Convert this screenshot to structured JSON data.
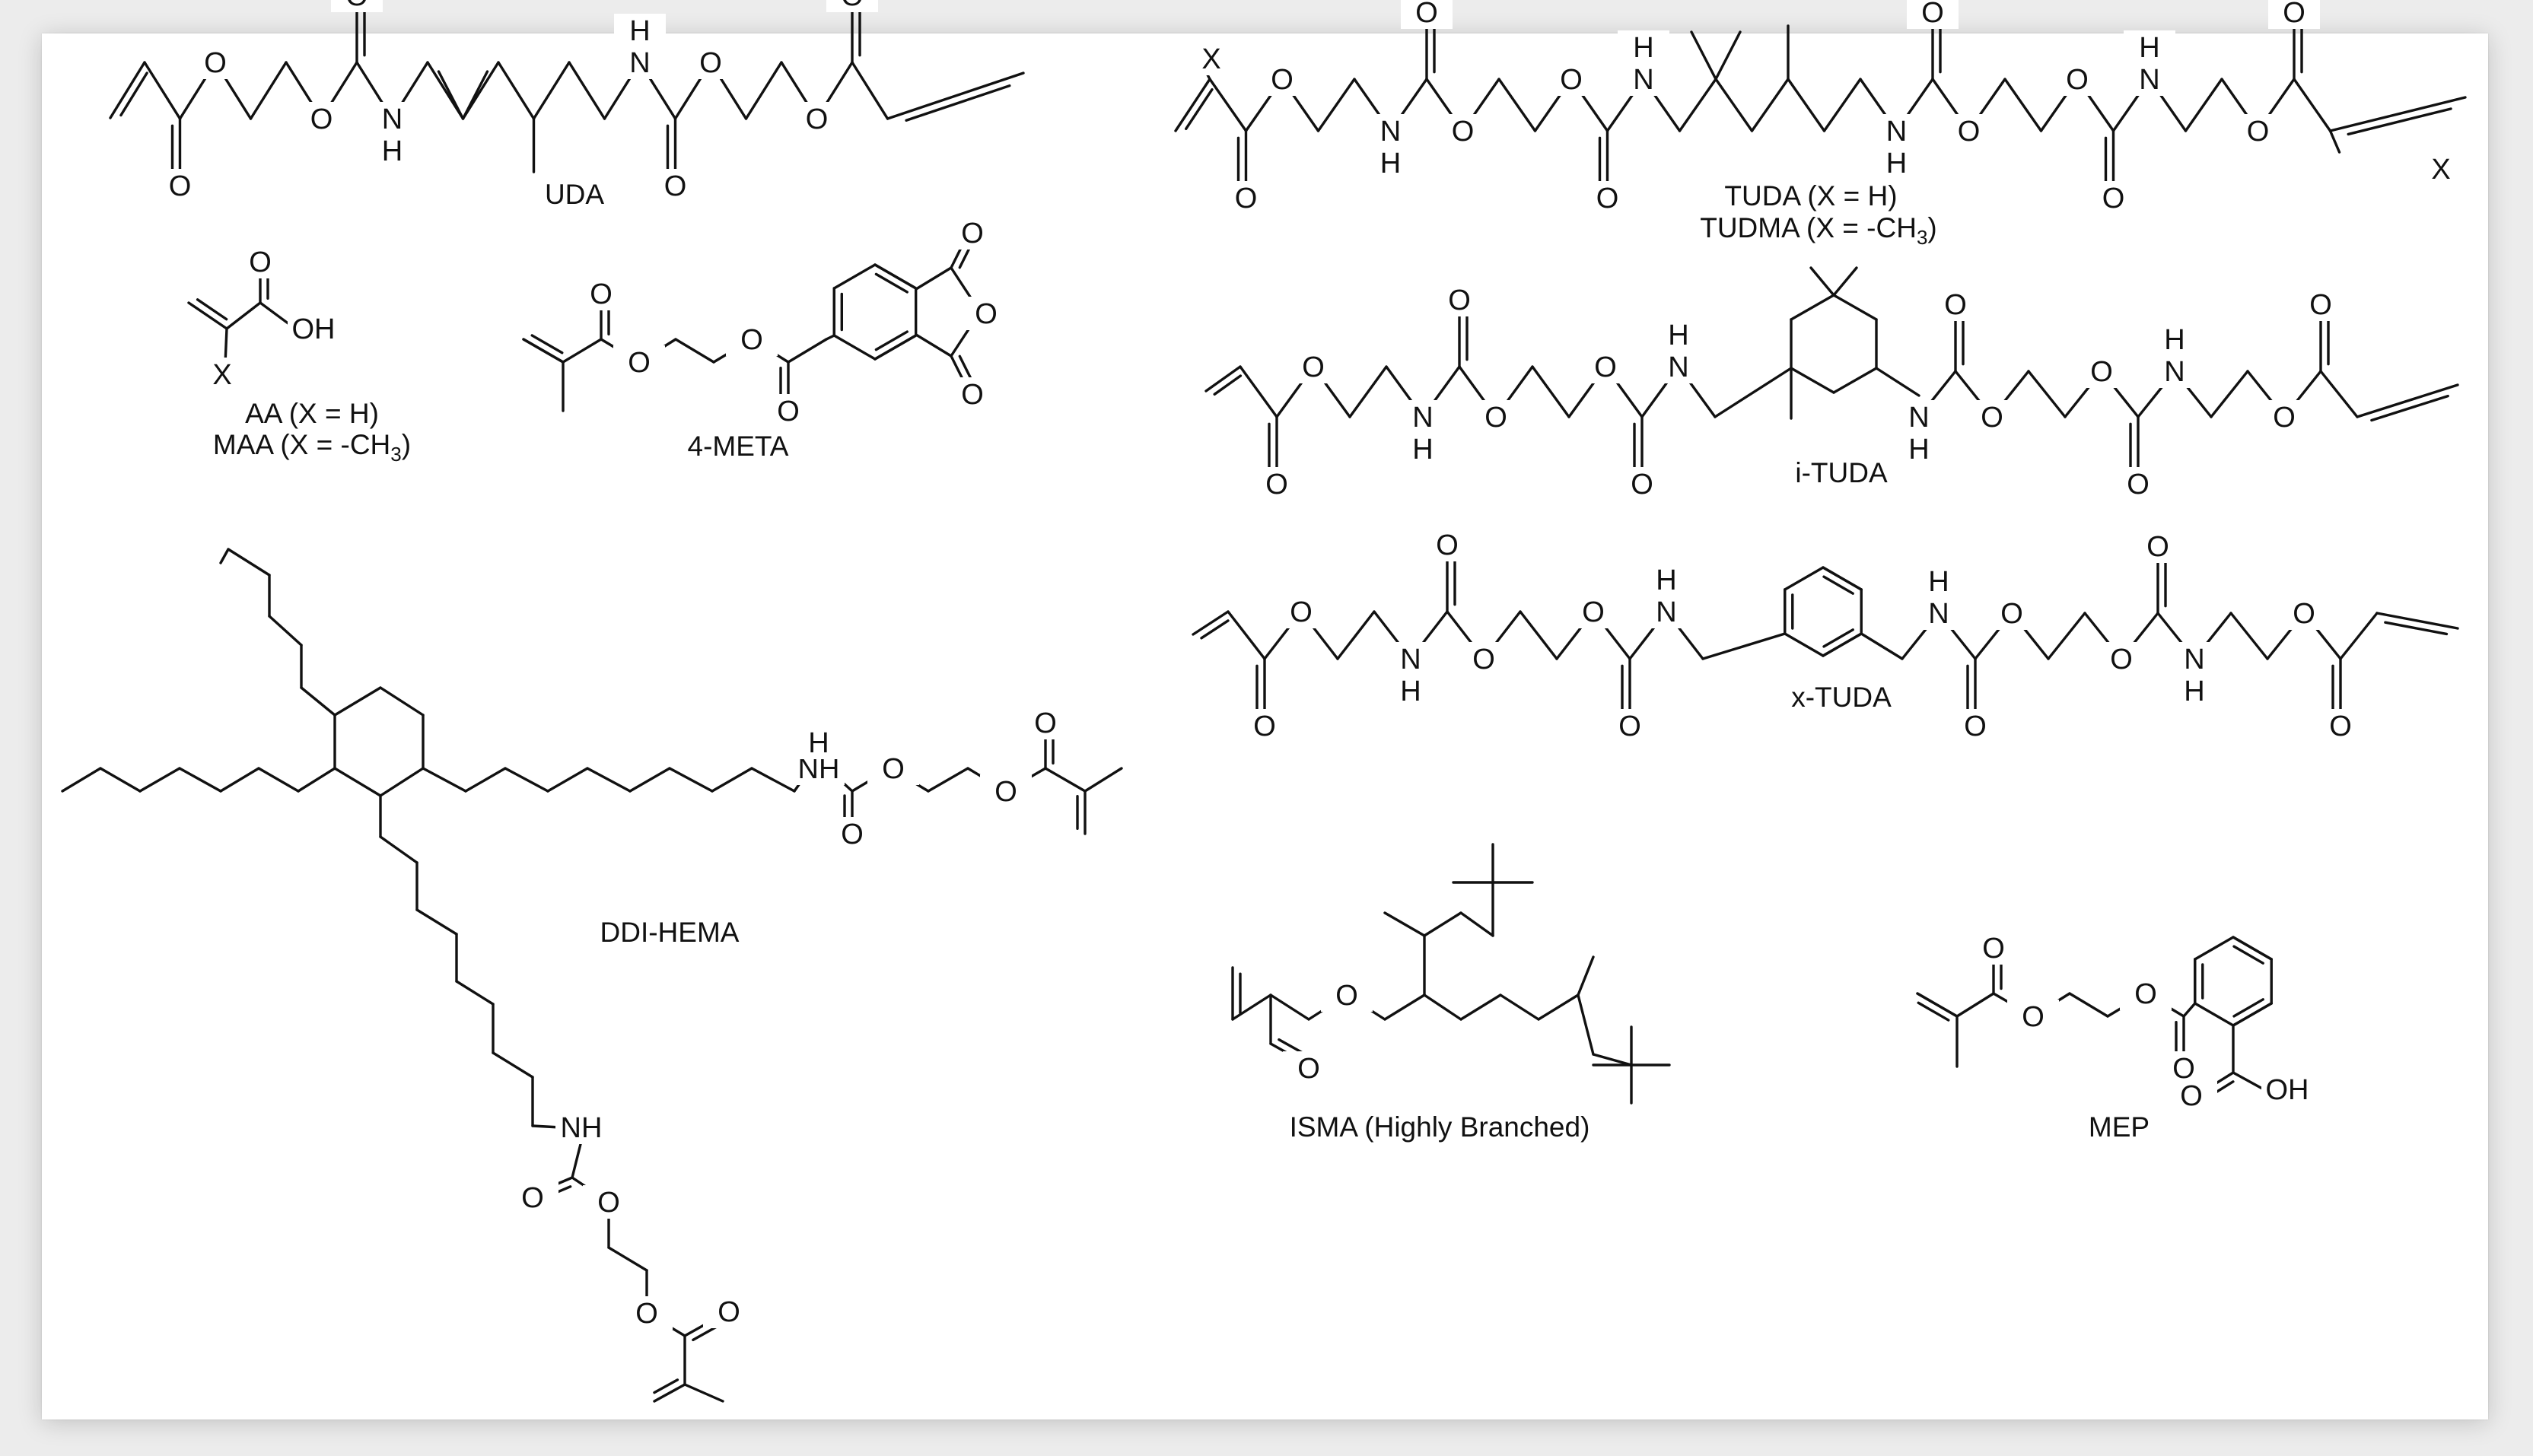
{
  "atom_symbols": {
    "oxygen": "O",
    "amine": "N",
    "hydrogen": "H",
    "amine_group": "NH",
    "hydroxyl": "OH",
    "substituent": "X"
  },
  "labels": {
    "uda": "UDA",
    "tuda": "TUDA (X = H)",
    "tudma_prefix": "TUDMA (X = -CH",
    "tudma_sub": "3",
    "tudma_suffix": ")",
    "aa": "AA (X = H)",
    "maa_prefix": "MAA (X = -CH",
    "maa_sub": "3",
    "maa_suffix": ")",
    "meta": "4-META",
    "ituda": "i-TUDA",
    "xtuda": "x-TUDA",
    "ddi_hema": "DDI-HEMA",
    "isma": "ISMA (Highly Branched)",
    "mep": "MEP"
  }
}
